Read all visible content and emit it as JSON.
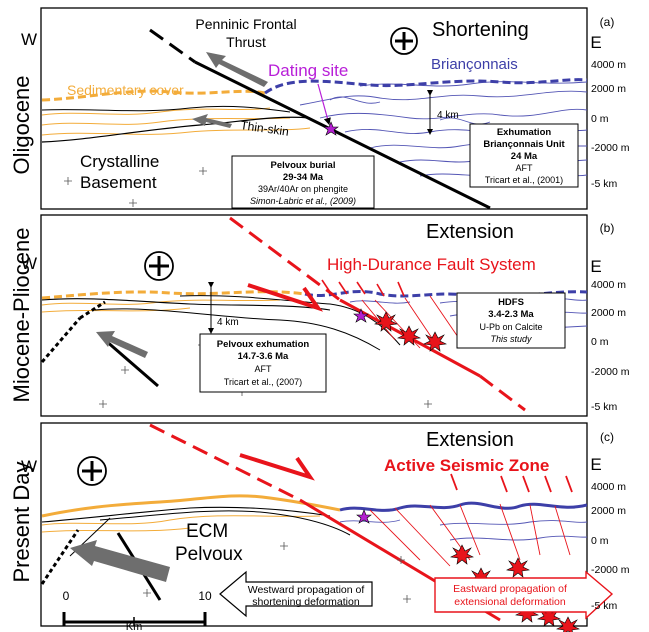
{
  "panels": [
    {
      "era": "Oligocene",
      "letter": "(a)",
      "regime": "Shortening",
      "west": "W",
      "east": "E",
      "thrust_label_1": "Penninic Frontal",
      "thrust_label_2": "Thrust",
      "briancon": "Briançonnais",
      "dating_site": "Dating site",
      "sed_cover": "Sedimentary cover",
      "thin_skin": "Thin-skin",
      "crystalline_1": "Crystalline",
      "crystalline_2": "Basement",
      "thickness": "4 km",
      "axis": [
        "4000 m",
        "2000 m",
        "0 m",
        "-2000 m",
        "-5 km"
      ],
      "box1": {
        "title1": "Exhumation",
        "title2": "Briançonnais Unit",
        "title3": "24 Ma",
        "method": "AFT",
        "ref": "Tricart et al., (2001)"
      },
      "box2": {
        "title1": "Pelvoux burial",
        "title2": "29-34 Ma",
        "method": "39Ar/40Ar on phengite",
        "ref": "Simon-Labric et al., (2009)"
      }
    },
    {
      "era": "Miocene-Pliocene",
      "letter": "(b)",
      "regime": "Extension",
      "west": "W",
      "east": "E",
      "fault_system": "High-Durance Fault System",
      "thickness": "4 km",
      "axis": [
        "4000 m",
        "2000 m",
        "0 m",
        "-2000 m",
        "-5 km"
      ],
      "box1": {
        "title1": "HDFS",
        "title2": "3.4-2.3 Ma",
        "method": "U-Pb on Calcite",
        "ref": "This study"
      },
      "box2": {
        "title1": "Pelvoux exhumation",
        "title2": "14.7-3.6 Ma",
        "method": "AFT",
        "ref": "Tricart et al., (2007)"
      }
    },
    {
      "era": "Present Day",
      "letter": "(c)",
      "regime": "Extension",
      "west": "W",
      "east": "E",
      "seismic": "Active Seismic Zone",
      "ecm": "ECM",
      "pelvoux": "Pelvoux",
      "axis": [
        "4000 m",
        "2000 m",
        "0 m",
        "-2000 m",
        "-5 km"
      ],
      "scale": {
        "zero": "0",
        "ten": "10",
        "unit": "Km"
      },
      "west_arrow_1": "Westward propagation of",
      "west_arrow_2": "shortening deformation",
      "east_arrow_1": "Eastward propagation of",
      "east_arrow_2": "extensional deformation"
    }
  ],
  "colors": {
    "fault": "#e8141b",
    "sediment": "#f3ac3a",
    "briancon": "#3d3fa8",
    "dating": "#b81fd8",
    "star": "#b31fd0"
  }
}
